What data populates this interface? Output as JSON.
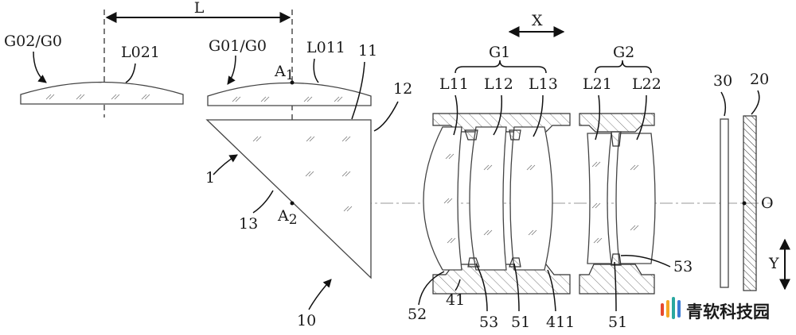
{
  "labels": {
    "L": "L",
    "X": "X",
    "Y": "Y",
    "O": "O",
    "G02_G0": "G02/G0",
    "L021": "L021",
    "G01_G0": "G01/G0",
    "L011": "L011",
    "A1": "A",
    "A1_sub": "1",
    "A2": "A",
    "A2_sub": "2",
    "n11": "11",
    "n12": "12",
    "n1": "1",
    "n13": "13",
    "n10": "10",
    "G1": "G1",
    "G2": "G2",
    "L11": "L11",
    "L12": "L12",
    "L13": "L13",
    "L21": "L21",
    "L22": "L22",
    "n30": "30",
    "n20": "20",
    "n52": "52",
    "n41": "41",
    "n53a": "53",
    "n51a": "51",
    "n411": "411",
    "n51b": "51",
    "n53b": "53"
  },
  "watermark": {
    "text": "青软科技园"
  },
  "colors": {
    "line": "#333333",
    "text": "#1a1a1a",
    "watermark_bar1": "#e64a2e",
    "watermark_bar2": "#f5a623",
    "watermark_bar3": "#2aa8a0",
    "watermark_bar4": "#3b7bd4"
  }
}
